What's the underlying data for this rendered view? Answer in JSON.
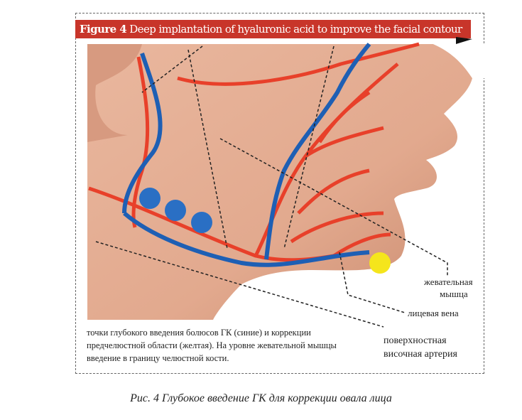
{
  "figure": {
    "label": "Figure 4",
    "title": "Deep implantation of hyaluronic acid to improve the facial contour"
  },
  "labels": {
    "masseter_line1": "жевательная",
    "masseter_line2": "мышца",
    "facial_vein": "лицевая вена",
    "temporal_artery_line1": "поверхностная",
    "temporal_artery_line2": "височная артерия"
  },
  "description": "точки глубокого введения болюсов ГК (синие) и коррекции предчелюстной области (желтая). На уровне жевательной мышцы введение в границу челюстной кости.",
  "caption": "Рис. 4 Глубокое введение ГК для коррекции овала лица",
  "colors": {
    "banner": "#c8352a",
    "artery": "#e8402a",
    "vein": "#1e5fb4",
    "injection_blue": "#2a6fc4",
    "injection_yellow": "#f5e51c"
  }
}
